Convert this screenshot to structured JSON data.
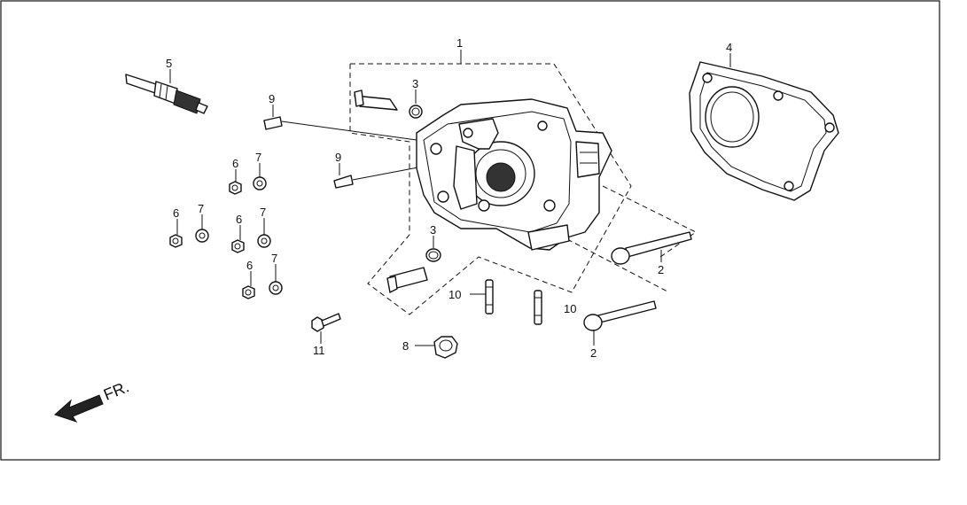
{
  "direction_label": "FR.",
  "callouts": {
    "c1": "1",
    "c2a": "2",
    "c2b": "2",
    "c3a": "3",
    "c3b": "3",
    "c4": "4",
    "c5": "5",
    "c6a": "6",
    "c6b": "6",
    "c6c": "6",
    "c6d": "6",
    "c7a": "7",
    "c7b": "7",
    "c7c": "7",
    "c7d": "7",
    "c8": "8",
    "c9a": "9",
    "c9b": "9",
    "c10a": "10",
    "c10b": "10",
    "c11": "11"
  }
}
